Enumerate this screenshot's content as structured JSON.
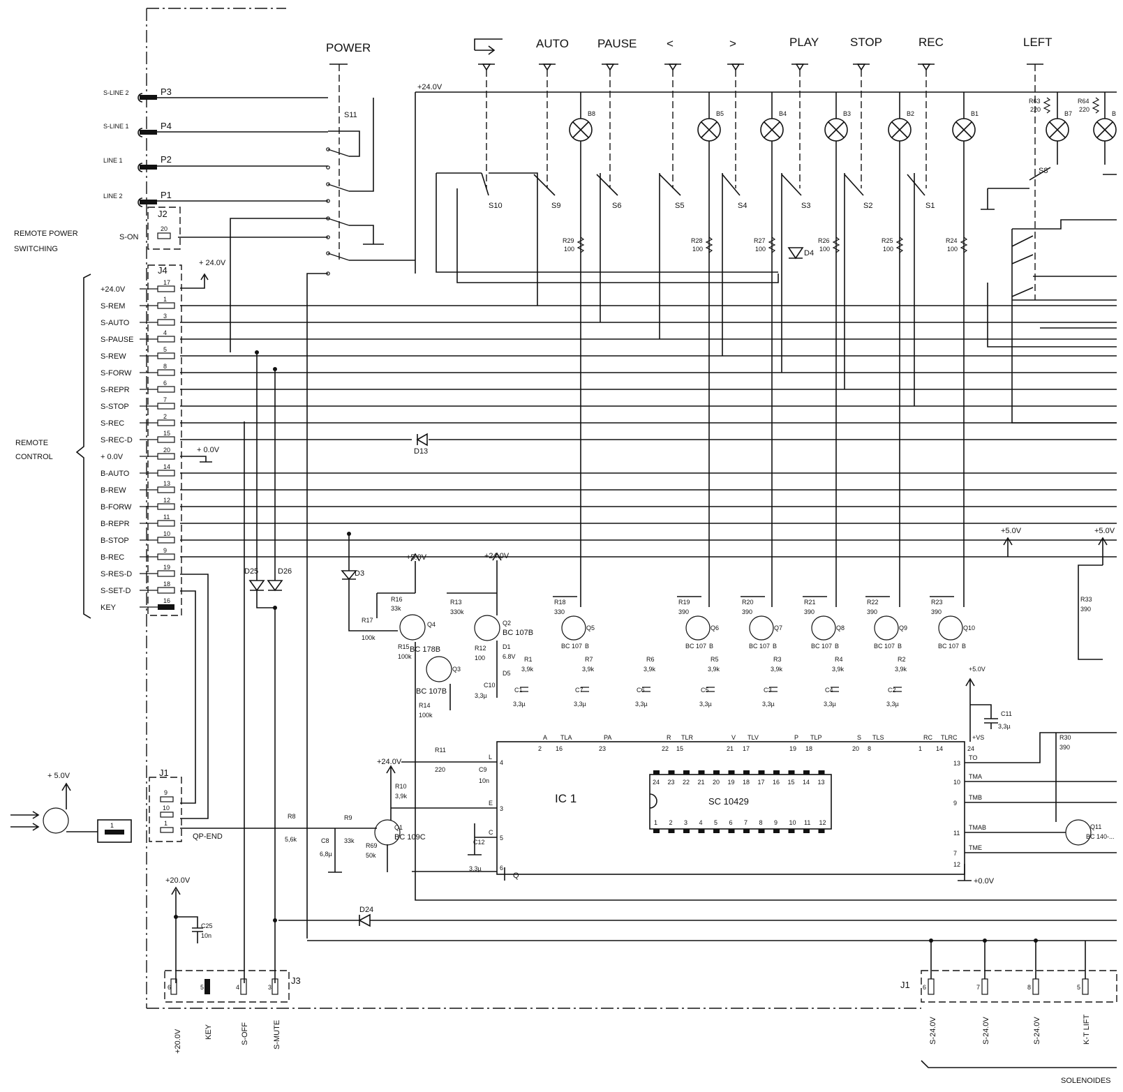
{
  "switch_labels": [
    "POWER",
    "AUTO",
    "PAUSE",
    "<",
    ">",
    "PLAY",
    "STOP",
    "REC",
    "LEFT"
  ],
  "switch_ids": [
    "S11",
    "S10",
    "S9",
    "S6",
    "S5",
    "S4",
    "S3",
    "S2",
    "S1",
    "S8"
  ],
  "supply": {
    "v24": "+24.0V",
    "v5": "+5.0V",
    "v0": "+0.0V",
    "v20": "+20.0V",
    "v5_left": "+ 5.0V",
    "v0_ic": "+0.0V"
  },
  "line_inputs": [
    {
      "name": "S-LINE 2",
      "plug": "P3"
    },
    {
      "name": "S-LINE 1",
      "plug": "P4"
    },
    {
      "name": "LINE 1",
      "plug": "P2"
    },
    {
      "name": "LINE 2",
      "plug": "P1"
    }
  ],
  "remote_power": {
    "title_line1": "REMOTE POWER",
    "title_line2": "SWITCHING",
    "connector": "J2",
    "signal": "S-ON",
    "pin": "20"
  },
  "remote_control": {
    "title_line1": "REMOTE",
    "title_line2": "CONTROL",
    "connector": "J4",
    "supply_tag": "+ 24.0V",
    "zero_tag": "+ 0.0V",
    "pins": [
      {
        "signal": "+24.0V",
        "pin": "17"
      },
      {
        "signal": "S-REM",
        "pin": "1"
      },
      {
        "signal": "S-AUTO",
        "pin": "3"
      },
      {
        "signal": "S-PAUSE",
        "pin": "4"
      },
      {
        "signal": "S-REW",
        "pin": "5"
      },
      {
        "signal": "S-FORW",
        "pin": "8"
      },
      {
        "signal": "S-REPR",
        "pin": "6"
      },
      {
        "signal": "S-STOP",
        "pin": "7"
      },
      {
        "signal": "S-REC",
        "pin": "2"
      },
      {
        "signal": "S-REC-D",
        "pin": "15"
      },
      {
        "signal": "+ 0.0V",
        "pin": "20"
      },
      {
        "signal": "B-AUTO",
        "pin": "14"
      },
      {
        "signal": "B-REW",
        "pin": "13"
      },
      {
        "signal": "B-FORW",
        "pin": "12"
      },
      {
        "signal": "B-REPR",
        "pin": "11"
      },
      {
        "signal": "B-STOP",
        "pin": "10"
      },
      {
        "signal": "B-REC",
        "pin": "9"
      },
      {
        "signal": "S-RES-D",
        "pin": "19"
      },
      {
        "signal": "S-SET-D",
        "pin": "18"
      },
      {
        "signal": "KEY",
        "pin": "16"
      }
    ]
  },
  "lamps": [
    "B8",
    "B5",
    "B4",
    "B3",
    "B2",
    "B1",
    "B7",
    "B"
  ],
  "lamp_resistors": [
    {
      "name": "R29",
      "value": "100"
    },
    {
      "name": "R28",
      "value": "100"
    },
    {
      "name": "R27",
      "value": "100"
    },
    {
      "name": "R26",
      "value": "100"
    },
    {
      "name": "R25",
      "value": "100"
    },
    {
      "name": "R24",
      "value": "100"
    },
    {
      "name": "R63",
      "value": "220"
    },
    {
      "name": "R64",
      "value": "220"
    }
  ],
  "driver_transistors": [
    {
      "name": "Q5",
      "type": "BC 107",
      "suffix": "B",
      "res": "R18",
      "res_val": "330"
    },
    {
      "name": "Q6",
      "type": "BC 107",
      "suffix": "B",
      "res": "R19",
      "res_val": "390"
    },
    {
      "name": "Q7",
      "type": "BC 107",
      "suffix": "B",
      "res": "R20",
      "res_val": "390"
    },
    {
      "name": "Q8",
      "type": "BC 107",
      "suffix": "B",
      "res": "R21",
      "res_val": "390"
    },
    {
      "name": "Q9",
      "type": "BC 107",
      "suffix": "B",
      "res": "R22",
      "res_val": "390"
    },
    {
      "name": "Q10",
      "type": "BC 107",
      "suffix": "B",
      "res": "R23",
      "res_val": "390"
    }
  ],
  "input_rc": [
    {
      "r": "R1",
      "rv": "3,9k",
      "c": "C1",
      "cv": "3,3µ"
    },
    {
      "r": "R7",
      "rv": "3,9k",
      "c": "C7",
      "cv": "3,3µ"
    },
    {
      "r": "R6",
      "rv": "3,9k",
      "c": "C6",
      "cv": "3,3µ"
    },
    {
      "r": "R5",
      "rv": "3,9k",
      "c": "C5",
      "cv": "3,3µ"
    },
    {
      "r": "R3",
      "rv": "3,9k",
      "c": "C3",
      "cv": "3,3µ"
    },
    {
      "r": "R4",
      "rv": "3,9k",
      "c": "C4",
      "cv": "3,3µ"
    },
    {
      "r": "R2",
      "rv": "3,9k",
      "c": "C2",
      "cv": "3,3µ"
    }
  ],
  "ic": {
    "name": "IC 1",
    "part": "SC 10429",
    "top_pins": [
      {
        "sig": "A",
        "num": "2"
      },
      {
        "sig": "TLA",
        "num": "16"
      },
      {
        "sig": "PA",
        "num": "23"
      },
      {
        "sig": "R",
        "num": "22"
      },
      {
        "sig": "TLR",
        "num": "15"
      },
      {
        "sig": "V",
        "num": "21"
      },
      {
        "sig": "TLV",
        "num": "17"
      },
      {
        "sig": "P",
        "num": "19"
      },
      {
        "sig": "TLP",
        "num": "18"
      },
      {
        "sig": "S",
        "num": "20"
      },
      {
        "sig": "TLS",
        "num": "8"
      },
      {
        "sig": "RC",
        "num": "1"
      },
      {
        "sig": "TLRC",
        "num": "14"
      },
      {
        "sig": "+VS",
        "num": "24"
      }
    ],
    "left_pins": [
      {
        "sig": "L",
        "num": "4"
      },
      {
        "sig": "E",
        "num": "3"
      },
      {
        "sig": "C",
        "num": "5"
      },
      {
        "sig": "",
        "num": "6"
      }
    ],
    "right_pins": [
      {
        "sig": "TO",
        "num": "13"
      },
      {
        "sig": "TMA",
        "num": "10"
      },
      {
        "sig": "TMB",
        "num": "9"
      },
      {
        "sig": "TMAB",
        "num": "11"
      },
      {
        "sig": "TME",
        "num": "7"
      },
      {
        "sig": "",
        "num": "12"
      }
    ],
    "chip_top": [
      "24",
      "23",
      "22",
      "21",
      "20",
      "19",
      "18",
      "17",
      "16",
      "15",
      "14",
      "13"
    ],
    "chip_bottom": [
      "1",
      "2",
      "3",
      "4",
      "5",
      "6",
      "7",
      "8",
      "9",
      "10",
      "11",
      "12"
    ]
  },
  "misc_parts": {
    "R16": "33k",
    "R17": "100k",
    "R15": "100k",
    "R13": "330k",
    "R12": "100",
    "R14": "100k",
    "R11": "220",
    "R10": "3,9k",
    "R8": "5,6k",
    "R9": "33k",
    "R69": "50k",
    "R30": "390",
    "R33": "390",
    "C10": "3,3µ",
    "C9": "10n",
    "C8": "6,8µ",
    "C12": "3,3µ",
    "C11": "3,3µ",
    "C25": "10n",
    "D1": "6.8V",
    "Q4": "BC 178B",
    "Q2": "BC 107B",
    "Q3": "BC 107B",
    "Q1": "BC 109C",
    "Q11": "BC 140-..."
  },
  "misc_labels": [
    "D13",
    "D3",
    "D25",
    "D26",
    "D4",
    "D5",
    "D24",
    "Q",
    "QP-END"
  ],
  "j1_left": {
    "connector": "J1",
    "pins": [
      "9",
      "10",
      "1"
    ]
  },
  "j3": {
    "connector": "J3",
    "pins": [
      "6",
      "5",
      "4",
      "3"
    ],
    "signals": [
      "+20.0V",
      "KEY",
      "S-OFF",
      "S-MUTE"
    ]
  },
  "j1_right": {
    "connector": "J1",
    "pins": [
      "6",
      "7",
      "8",
      "5"
    ],
    "signals": [
      "S-24.0V",
      "S-24.0V",
      "S-24.0V",
      "K-T LIFT"
    ],
    "group": "SOLENOIDES"
  }
}
